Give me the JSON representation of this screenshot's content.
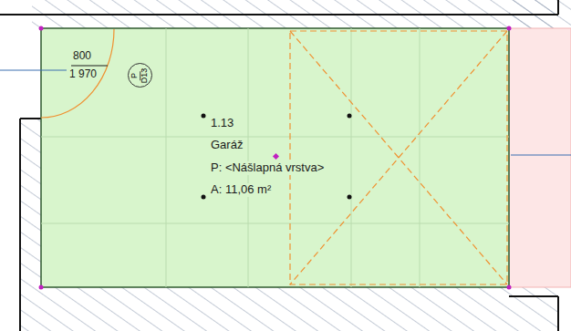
{
  "diagram": {
    "nodes": [
      {
        "text": [
          "1.13",
          "Garáž",
          "P: <Nášlapná vrstva>",
          "A: 11,06 m²"
        ]
      },
      {
        "text": [
          "P",
          "D13"
        ],
        "in": 0
      }
    ],
    "labels": [
      "800",
      "1 970"
    ]
  }
}
